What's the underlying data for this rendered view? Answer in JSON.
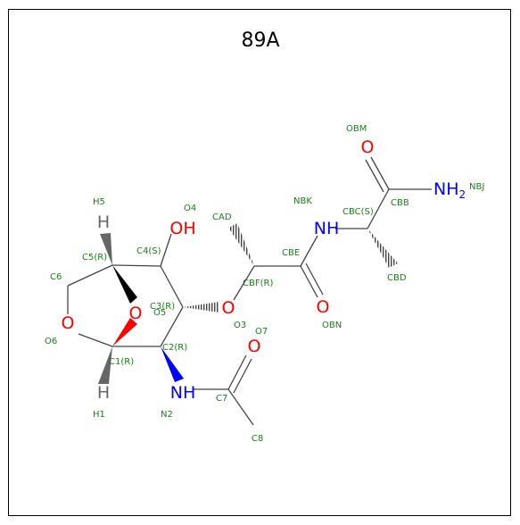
{
  "title": "89A",
  "colors": {
    "bond": "#444444",
    "oxygen": "#ff0000",
    "nitrogen": "#0000ff",
    "hydrogen": "#666666",
    "label": "#1f7a1f"
  },
  "atoms": {
    "o_c4": "OH",
    "o_ring": "O",
    "o_bridge": "O",
    "o_ether": "O",
    "o_cbe": "O",
    "o_cbb": "O",
    "n_c2": "NH",
    "n_cbe": "NH",
    "n_terminal": "NH",
    "n_terminal_sub": "2",
    "h_c5": "H",
    "h_c1": "H"
  },
  "labels": {
    "H5": "H5",
    "O4": "O4",
    "CAD": "CAD",
    "NBK": "NBK",
    "OBM": "OBM",
    "NBJ": "NBJ",
    "CBB": "CBB",
    "CBC": "CBC(S)",
    "CBE": "CBE",
    "C5": "C5(R)",
    "C4": "C4(S)",
    "C6": "C6",
    "C3": "C3(R)",
    "O5": "O5",
    "CBF": "CBF(R)",
    "CBD": "CBD",
    "O3": "O3",
    "O7": "O7",
    "OBN": "OBN",
    "O6": "O6",
    "C2": "C2(R)",
    "C1": "C1(R)",
    "C7": "C7",
    "H1": "H1",
    "N2": "N2",
    "C8": "C8"
  }
}
